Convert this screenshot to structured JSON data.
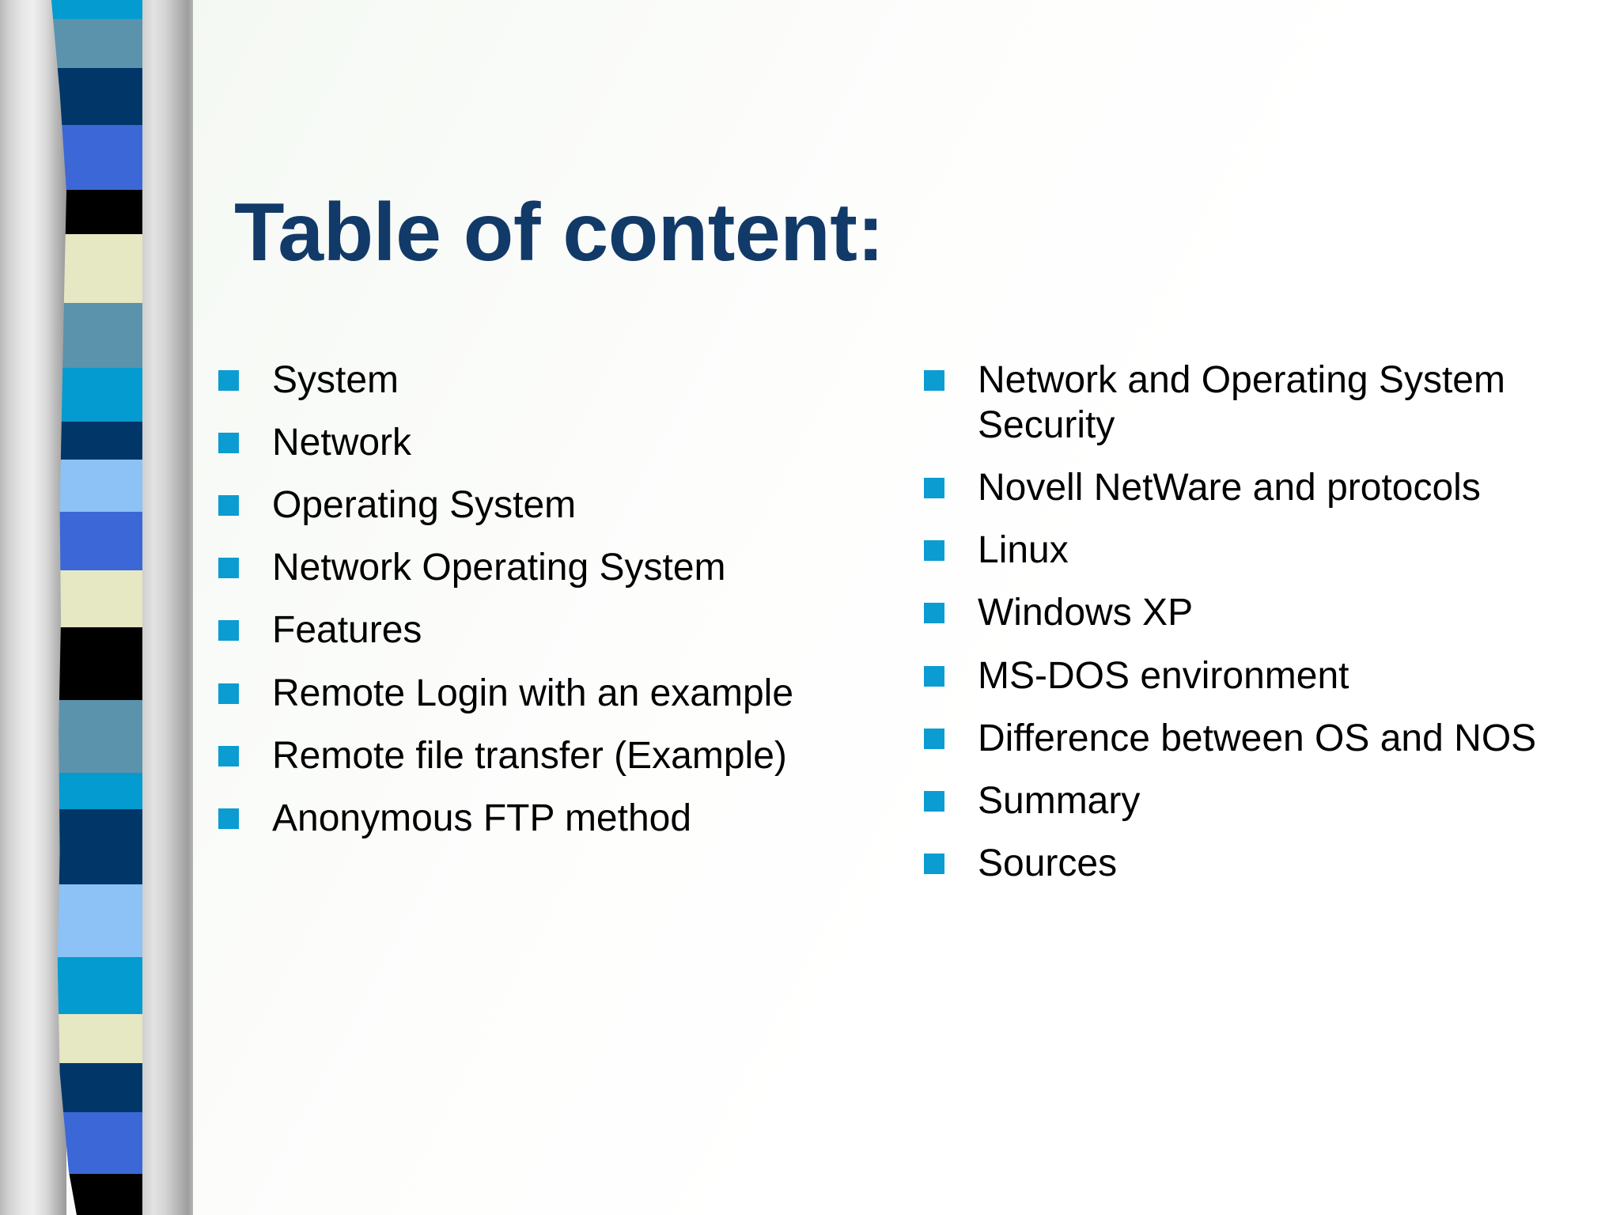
{
  "slide": {
    "title": "Table of content:",
    "background_color": "#fbfdfa",
    "title_color": "#123A68",
    "bullet_color": "#0B9CD1",
    "body_text_color": "#000000"
  },
  "content": {
    "left_column": [
      {
        "label": "System"
      },
      {
        "label": "Network"
      },
      {
        "label": "Operating System"
      },
      {
        "label": "Network Operating System"
      },
      {
        "label": "Features"
      },
      {
        "label": "Remote Login with an example"
      },
      {
        "label": "Remote file transfer (Example)"
      },
      {
        "label": "Anonymous FTP method"
      }
    ],
    "right_column": [
      {
        "label": "Network and Operating System Security"
      },
      {
        "label": "Novell NetWare and protocols"
      },
      {
        "label": "Linux"
      },
      {
        "label": "Windows XP"
      },
      {
        "label": "MS-DOS environment"
      },
      {
        "label": "Difference between OS and NOS"
      },
      {
        "label": "Summary"
      },
      {
        "label": "Sources"
      }
    ]
  },
  "ornament": {
    "name": "striped-ribbon-decoration",
    "bands": [
      {
        "color": "#039BD0",
        "height": 30
      },
      {
        "color": "#5B93AC",
        "height": 62
      },
      {
        "color": "#003668",
        "height": 72
      },
      {
        "color": "#3B68D6",
        "height": 82
      },
      {
        "color": "#000000",
        "height": 56
      },
      {
        "color": "#E6E7C3",
        "height": 88
      },
      {
        "color": "#5B93AC",
        "height": 82
      },
      {
        "color": "#039BD0",
        "height": 68
      },
      {
        "color": "#003668",
        "height": 48
      },
      {
        "color": "#8CC2F5",
        "height": 66
      },
      {
        "color": "#3B68D6",
        "height": 74
      },
      {
        "color": "#E6E7C3",
        "height": 72
      },
      {
        "color": "#000000",
        "height": 92
      },
      {
        "color": "#5B93AC",
        "height": 92
      },
      {
        "color": "#039BD0",
        "height": 46
      },
      {
        "color": "#003668",
        "height": 96
      },
      {
        "color": "#8CC2F5",
        "height": 92
      },
      {
        "color": "#039BD0",
        "height": 72
      },
      {
        "color": "#E6E7C3",
        "height": 62
      },
      {
        "color": "#003668",
        "height": 62
      },
      {
        "color": "#3B68D6",
        "height": 78
      },
      {
        "color": "#000000",
        "height": 58
      }
    ]
  }
}
